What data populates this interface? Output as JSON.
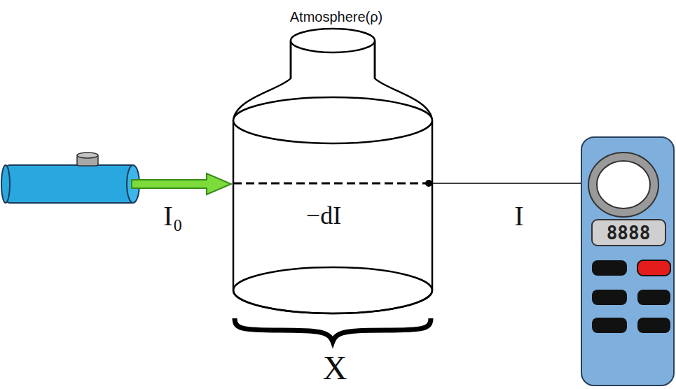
{
  "diagram": {
    "labels": [
      "Atmosphere(ρ)",
      "I₀",
      "−dI",
      "I",
      "X",
      "8888"
    ]
  }
}
